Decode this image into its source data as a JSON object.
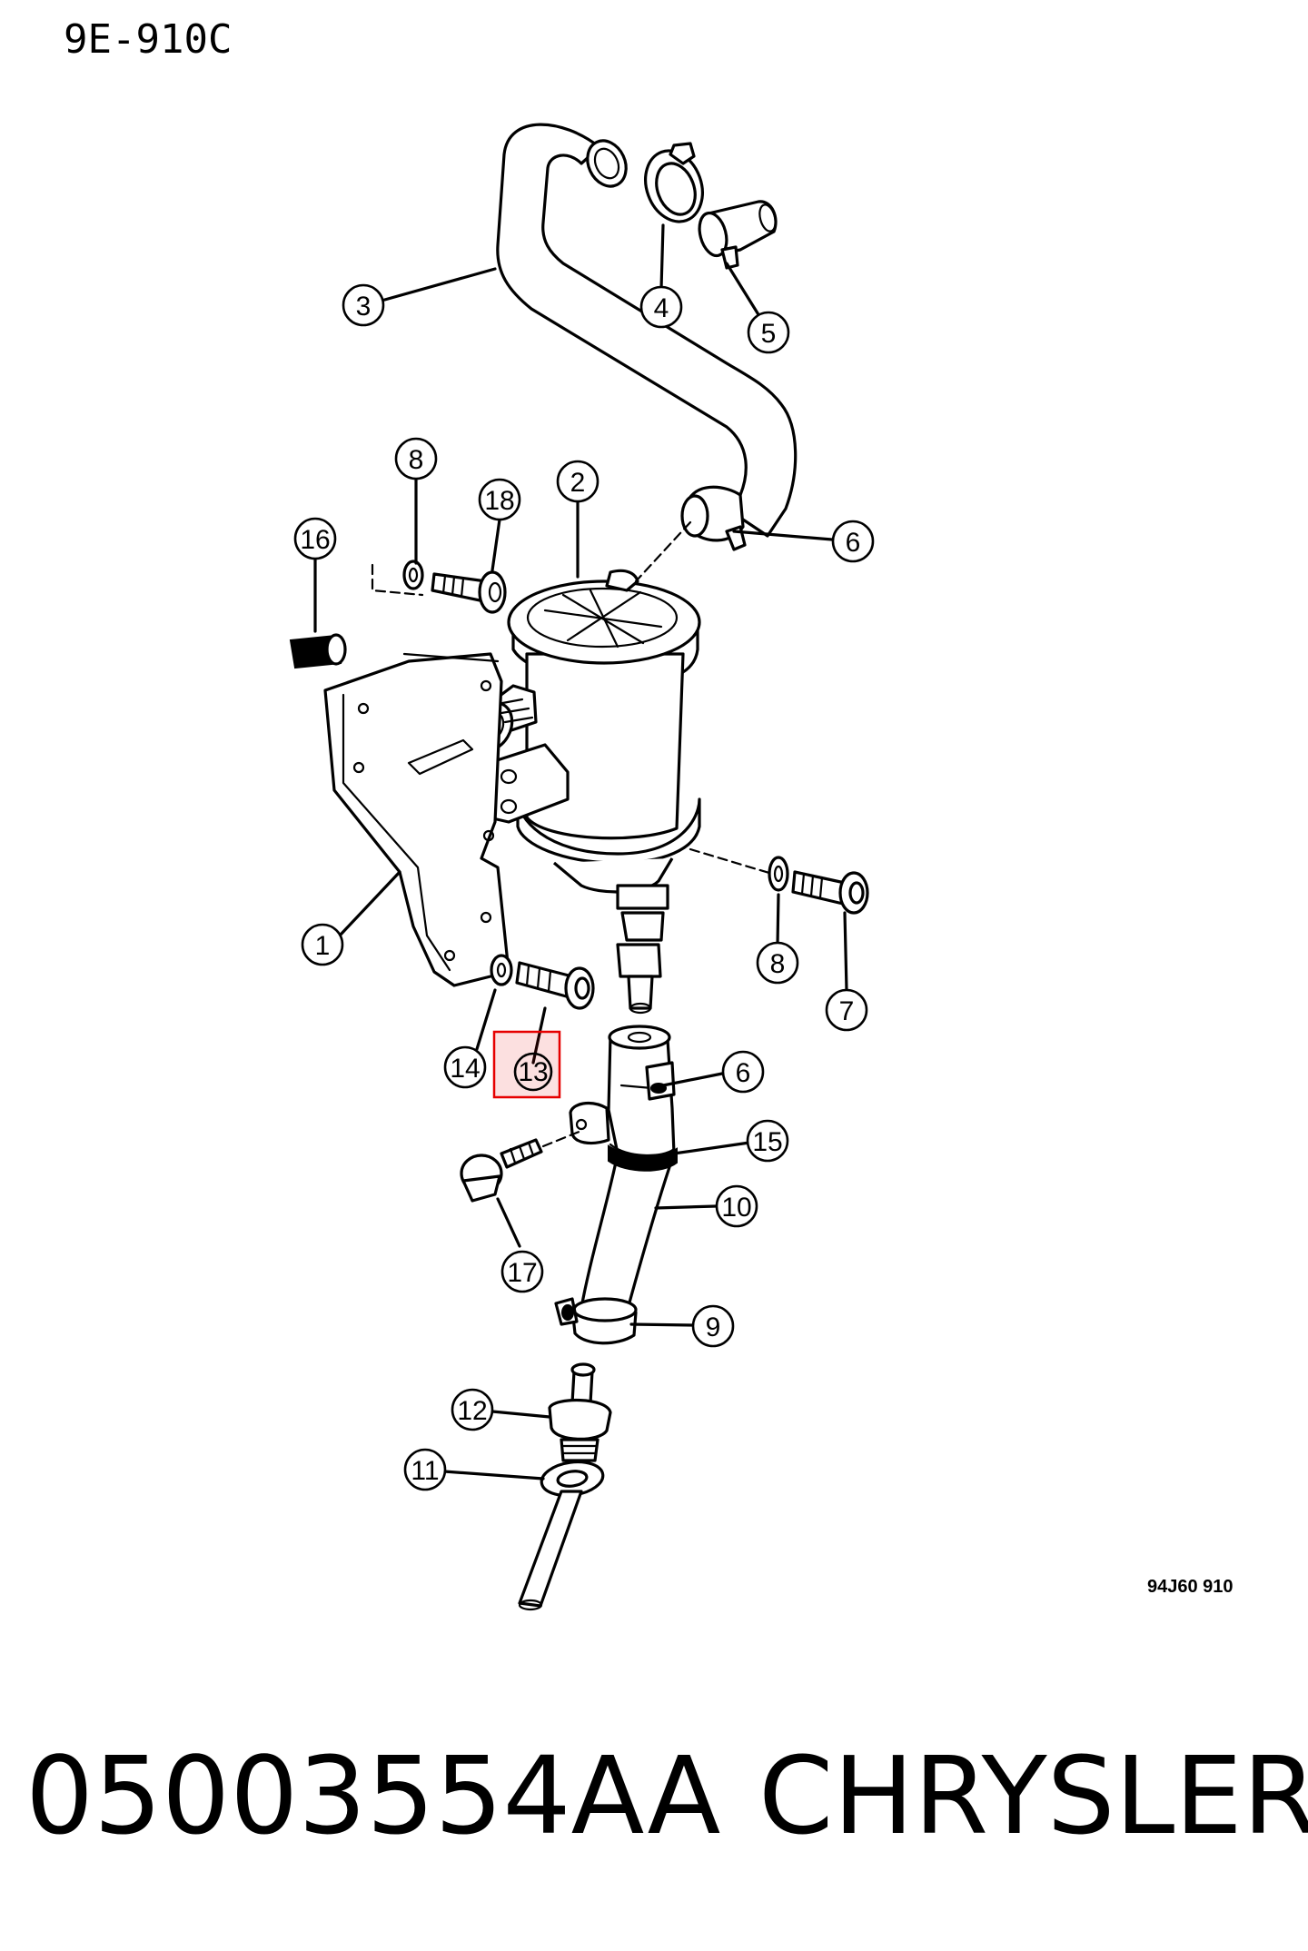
{
  "diagram": {
    "code": "9E-910C",
    "reference": "94J60 910",
    "part_number": "05003554AA",
    "brand": "CHRYSLER",
    "highlight_color": "#e60000",
    "callouts": [
      {
        "id": "c1",
        "label": "1"
      },
      {
        "id": "c2",
        "label": "2"
      },
      {
        "id": "c3",
        "label": "3"
      },
      {
        "id": "c4",
        "label": "4"
      },
      {
        "id": "c5",
        "label": "5"
      },
      {
        "id": "c6a",
        "label": "6"
      },
      {
        "id": "c6b",
        "label": "6"
      },
      {
        "id": "c7",
        "label": "7"
      },
      {
        "id": "c8a",
        "label": "8"
      },
      {
        "id": "c8b",
        "label": "8"
      },
      {
        "id": "c9",
        "label": "9"
      },
      {
        "id": "c10",
        "label": "10"
      },
      {
        "id": "c11",
        "label": "11"
      },
      {
        "id": "c12",
        "label": "12"
      },
      {
        "id": "c13",
        "label": "13",
        "highlighted": true
      },
      {
        "id": "c14",
        "label": "14"
      },
      {
        "id": "c15",
        "label": "15"
      },
      {
        "id": "c16",
        "label": "16"
      },
      {
        "id": "c17",
        "label": "17"
      },
      {
        "id": "c18",
        "label": "18"
      }
    ]
  }
}
